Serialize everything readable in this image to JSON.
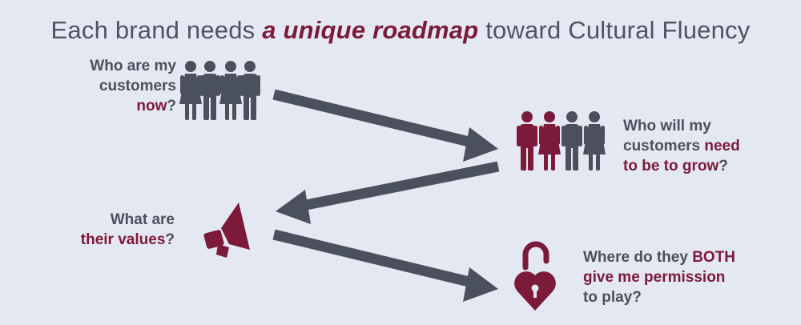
{
  "title": {
    "before": "Each brand needs ",
    "emphasis": "a unique roadmap",
    "after": " toward Cultural Fluency"
  },
  "steps": [
    {
      "lines": [
        [
          {
            "text": "Who are my",
            "highlight": false
          }
        ],
        [
          {
            "text": "customers",
            "highlight": false
          }
        ],
        [
          {
            "text": "now",
            "highlight": true
          },
          {
            "text": "?",
            "highlight": false
          }
        ]
      ],
      "icon": "people-group-icon"
    },
    {
      "lines": [
        [
          {
            "text": "Who will my",
            "highlight": false
          }
        ],
        [
          {
            "text": "customers ",
            "highlight": false
          },
          {
            "text": "need",
            "highlight": true
          }
        ],
        [
          {
            "text": "to be to grow",
            "highlight": true
          },
          {
            "text": "?",
            "highlight": false
          }
        ]
      ],
      "icon": "people-group-icon"
    },
    {
      "lines": [
        [
          {
            "text": "What are",
            "highlight": false
          }
        ],
        [
          {
            "text": "their values",
            "highlight": true
          },
          {
            "text": "?",
            "highlight": false
          }
        ]
      ],
      "icon": "megaphone-icon"
    },
    {
      "lines": [
        [
          {
            "text": "Where do they ",
            "highlight": false
          },
          {
            "text": "BOTH",
            "highlight": true
          }
        ],
        [
          {
            "text": "give me permission",
            "highlight": true
          }
        ],
        [
          {
            "text": "to play?",
            "highlight": false
          }
        ]
      ],
      "icon": "heart-padlock-icon"
    }
  ],
  "colors": {
    "background": "#e4e8f3",
    "gray": "#4a505c",
    "accent": "#7b1a39"
  }
}
